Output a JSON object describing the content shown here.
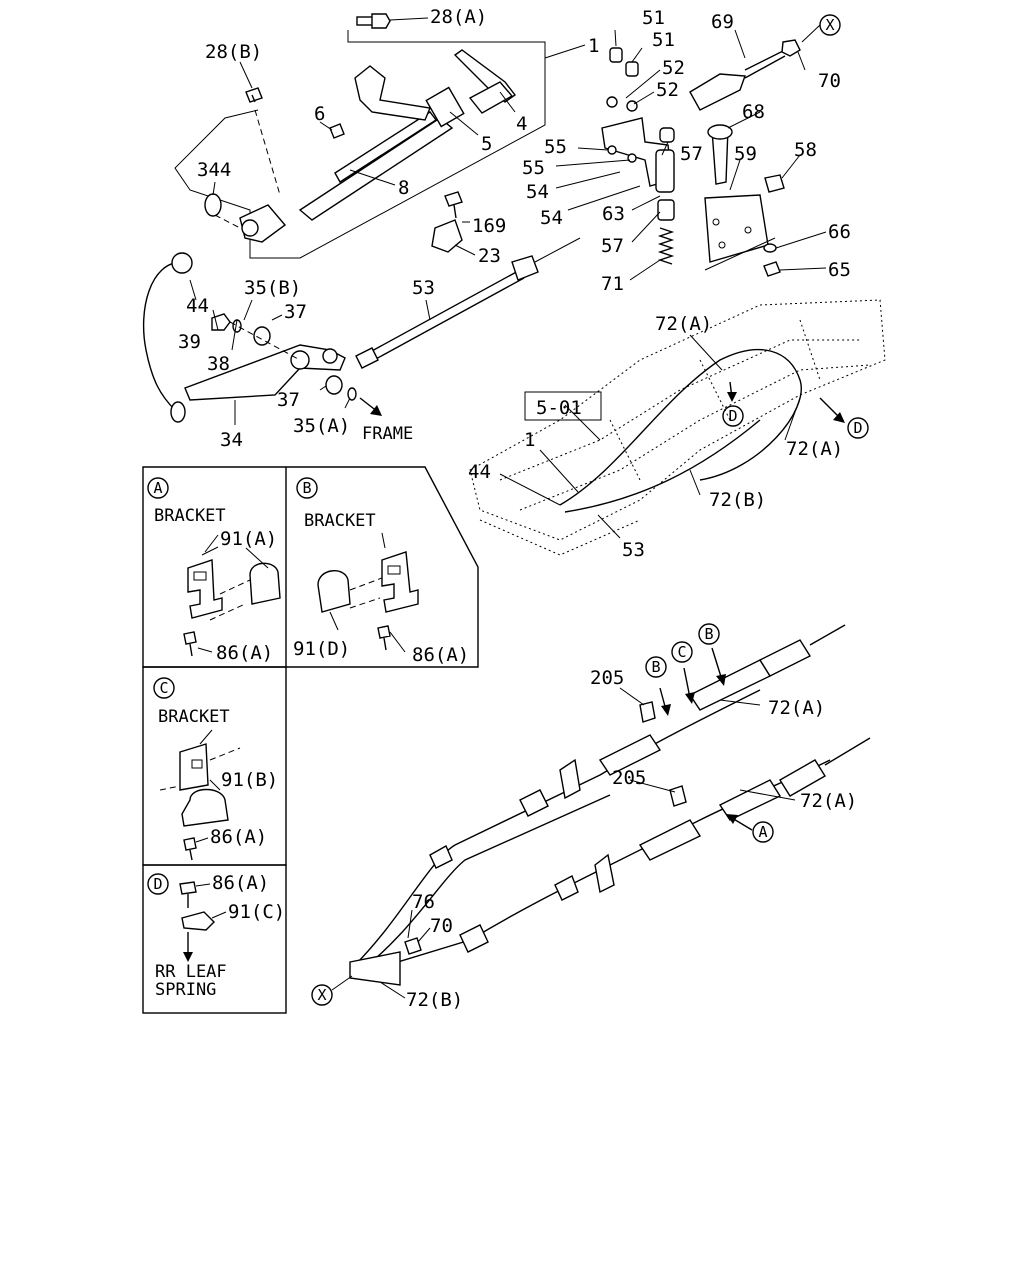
{
  "callouts": {
    "c1": "1",
    "c4": "4",
    "c5": "5",
    "c6": "6",
    "c8": "8",
    "c23": "23",
    "c28a": "28(A)",
    "c28b": "28(B)",
    "c34": "34",
    "c35a": "35(A)",
    "c35b": "35(B)",
    "c37a": "37",
    "c37b": "37",
    "c38": "38",
    "c39": "39",
    "c44": "44",
    "c51a": "51",
    "c51b": "51",
    "c52a": "52",
    "c52b": "52",
    "c53": "53",
    "c54a": "54",
    "c54b": "54",
    "c55a": "55",
    "c55b": "55",
    "c57a": "57",
    "c57b": "57",
    "c58": "58",
    "c59": "59",
    "c63": "63",
    "c65": "65",
    "c66": "66",
    "c68": "68",
    "c69": "69",
    "c70": "70",
    "c71": "71",
    "c169": "169",
    "c344": "344",
    "frame": "FRAME",
    "ref501": "5-01",
    "f72a1": "72(A)",
    "f72a2": "72(A)",
    "f72b": "72(B)",
    "f1": "1",
    "f44": "44",
    "f53": "53",
    "k205a": "205",
    "k205b": "205",
    "k72a1": "72(A)",
    "k72a2": "72(A)",
    "k72b": "72(B)",
    "k76": "76",
    "k70": "70"
  },
  "circle_marks": {
    "X": "X",
    "A": "A",
    "B": "B",
    "C": "C",
    "D": "D"
  },
  "detail_a": {
    "letter": "A",
    "title": "BRACKET",
    "clip": "91(A)",
    "bolt": "86(A)"
  },
  "detail_b": {
    "letter": "B",
    "title": "BRACKET",
    "clip": "91(D)",
    "bolt": "86(A)"
  },
  "detail_c": {
    "letter": "C",
    "title": "BRACKET",
    "clip": "91(B)",
    "bolt": "86(A)"
  },
  "detail_d": {
    "letter": "D",
    "bolt": "86(A)",
    "clip": "91(C)",
    "note_line1": "RR LEAF",
    "note_line2": "SPRING"
  }
}
